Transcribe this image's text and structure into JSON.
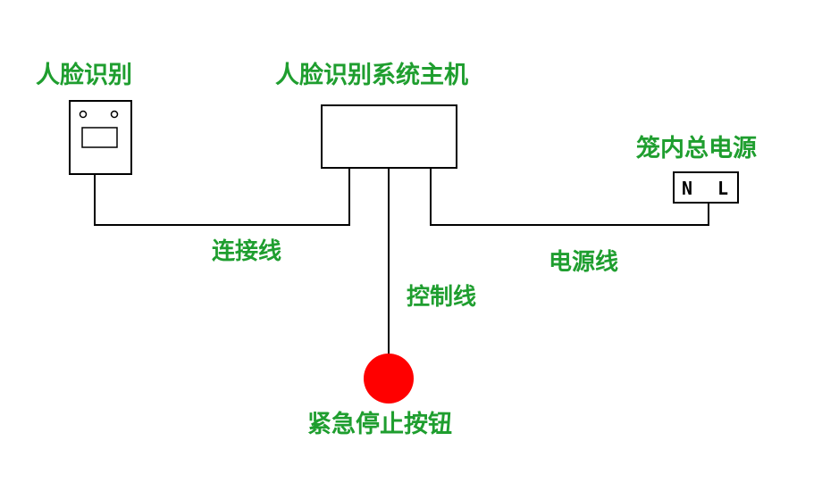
{
  "labels": {
    "face_device": "人脸识别",
    "host": "人脸识别系统主机",
    "cage_power": "笼内总电源",
    "connection_wire": "连接线",
    "power_wire": "电源线",
    "control_wire": "控制线",
    "emergency_button": "紧急停止按钮"
  },
  "terminals": {
    "neutral": "N",
    "live": "L"
  },
  "colors": {
    "label_text": "#1f9e2f",
    "stop_button": "#ff0000",
    "line": "#000000"
  }
}
